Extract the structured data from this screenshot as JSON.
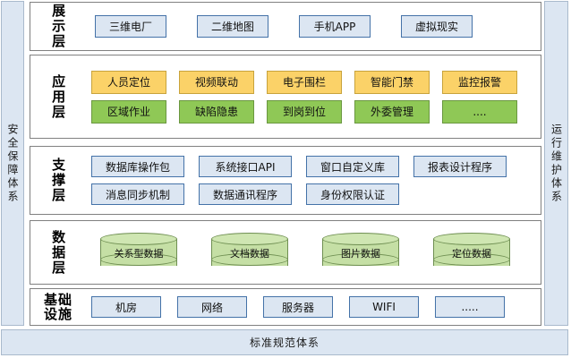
{
  "diagram": {
    "left_band": {
      "label": "安全保障体系"
    },
    "right_band": {
      "label": "运行维护体系"
    },
    "bottom_band": {
      "label": "标准规范体系"
    },
    "layers": [
      {
        "key": "presentation",
        "label": "展示层",
        "rows": [
          {
            "color": "blue",
            "items": [
              "三维电厂",
              "二维地图",
              "手机APP",
              "虚拟现实"
            ]
          }
        ]
      },
      {
        "key": "application",
        "label": "应用层",
        "rows": [
          {
            "color": "orange",
            "items": [
              "人员定位",
              "视频联动",
              "电子围栏",
              "智能门禁",
              "监控报警"
            ]
          },
          {
            "color": "green",
            "items": [
              "区域作业",
              "缺陷隐患",
              "到岗到位",
              "外委管理",
              "...."
            ]
          }
        ]
      },
      {
        "key": "support",
        "label": "支撑层",
        "rows": [
          {
            "color": "blue",
            "items": [
              "数据库操作包",
              "系统接口API",
              "窗口自定义库",
              "报表设计程序"
            ]
          },
          {
            "color": "blue",
            "items": [
              "消息同步机制",
              "数据通讯程序",
              "身份权限认证"
            ]
          }
        ]
      },
      {
        "key": "data",
        "label": "数据层",
        "rows": [
          {
            "color": "cylinder",
            "items": [
              "关系型数据",
              "文档数据",
              "图片数据",
              "定位数据"
            ]
          }
        ]
      },
      {
        "key": "infrastructure",
        "label": "基础\n设施",
        "rows": [
          {
            "color": "blue",
            "items": [
              "机房",
              "网络",
              "服务器",
              "WIFI",
              "....."
            ]
          }
        ]
      }
    ]
  },
  "colors": {
    "blue_fill": "#dce6f2",
    "blue_border": "#4472a8",
    "orange_fill": "#fbd268",
    "orange_border": "#c8a33c",
    "green_fill": "#8fc856",
    "green_border": "#6a9740",
    "cylinder_fill": "#c5dfa5",
    "cylinder_border": "#6f8f52",
    "band_fill": "#dce6f2",
    "frame_border": "#808080"
  }
}
